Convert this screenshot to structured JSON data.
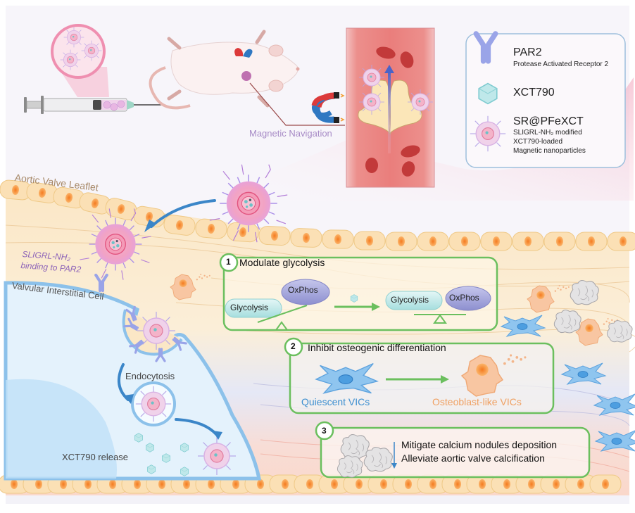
{
  "legend": {
    "items": [
      {
        "icon": "par2-receptor-icon",
        "title": "PAR2",
        "subtitle": "Protease Activated Receptor 2"
      },
      {
        "icon": "xct790-crystal-icon",
        "title": "XCT790",
        "subtitle": ""
      },
      {
        "icon": "nanoparticle-icon",
        "title": "SR@PFeXCT",
        "lines": [
          "SLIGRL-NH₂ modified",
          "XCT790-loaded",
          "Magnetic nanoparticles"
        ]
      }
    ]
  },
  "labels": {
    "magnetic_navigation": "Magnetic Navigation",
    "aortic_valve_leaflet": "Aortic Valve Leaflet",
    "sligrl_binding_line1": "SLIGRL-NH₂",
    "sligrl_binding_line2": "binding to PAR2",
    "valvular_interstitial_cell": "Valvular Interstitial Cell",
    "endocytosis": "Endocytosis",
    "xct790_release": "XCT790 release"
  },
  "panels": [
    {
      "number": "1",
      "title": "Modulate glycolysis",
      "before": {
        "left": "Glycolysis",
        "right": "OxPhos"
      },
      "after": {
        "left": "Glycolysis",
        "right": "OxPhos"
      }
    },
    {
      "number": "2",
      "title": "Inhibit osteogenic differentiation",
      "from_label": "Quiescent VICs",
      "to_label": "Osteoblast-like VICs"
    },
    {
      "number": "3",
      "lines": [
        "Mitigate calcium nodules deposition",
        "Alleviate aortic valve calcification"
      ]
    }
  ],
  "colors": {
    "panel_border": "#6bbf5e",
    "arrow_blue": "#3b86c8",
    "quiescent_blue": "#3d8fd0",
    "osteoblast_orange": "#f0a062",
    "nav_purple": "#a78bc6",
    "leaflet_brown": "#a88a6a"
  }
}
